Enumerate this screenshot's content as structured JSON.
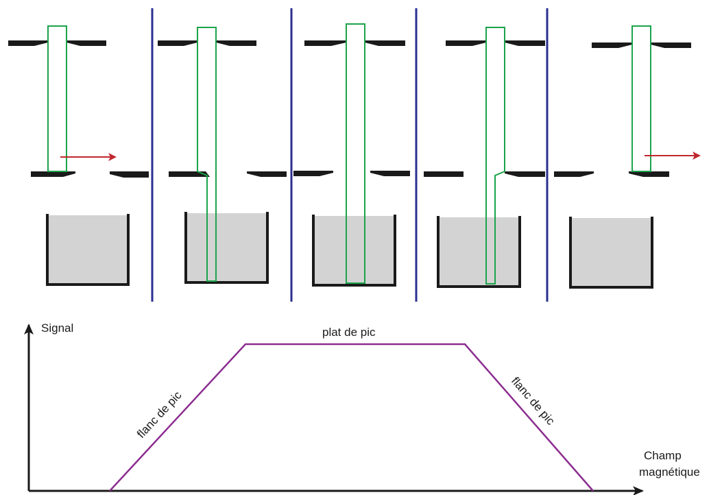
{
  "colors": {
    "divider": "#2b2f8f",
    "beam": "#1aa34a",
    "slit": "#1a1a1a",
    "arrow": "#c0272d",
    "cup_fill": "#d3d3d3",
    "cup_border": "#1a1a1a",
    "curve": "#8b2c8f",
    "axes": "#1a1a1a"
  },
  "graph": {
    "y_axis_label": "Signal",
    "x_axis_label_line1": "Champ",
    "x_axis_label_line2": "magnétique",
    "plateau_label": "plat de pic",
    "left_flank_label": "flanc de pic",
    "right_flank_label": "flanc de pic"
  },
  "panels": [
    {
      "step": 1,
      "beam_in_cup": false,
      "arrow": true
    },
    {
      "step": 2,
      "beam_in_cup": true,
      "arrow": false
    },
    {
      "step": 3,
      "beam_in_cup": true,
      "arrow": false
    },
    {
      "step": 4,
      "beam_in_cup": true,
      "arrow": false
    },
    {
      "step": 5,
      "beam_in_cup": false,
      "arrow": true
    }
  ]
}
